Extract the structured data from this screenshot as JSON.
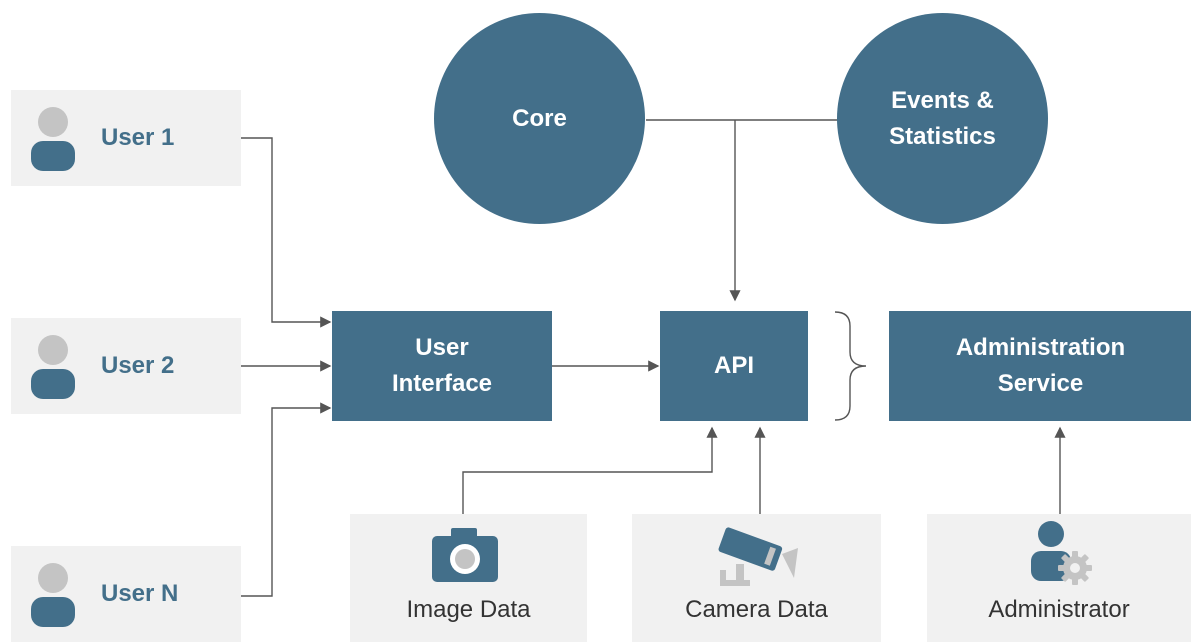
{
  "users": [
    {
      "label": "User 1"
    },
    {
      "label": "User 2"
    },
    {
      "label": "User N"
    }
  ],
  "core": {
    "label": "Core"
  },
  "events": {
    "label": "Events &\nStatistics"
  },
  "user_interface": {
    "label": "User\nInterface"
  },
  "api": {
    "label": "API"
  },
  "admin_service": {
    "label": "Administration\nService"
  },
  "sources": {
    "image_data": {
      "label": "Image Data",
      "icon": "camera-icon"
    },
    "camera_data": {
      "label": "Camera Data",
      "icon": "security-camera-icon"
    },
    "administrator": {
      "label": "Administrator",
      "icon": "admin-user-gear-icon"
    }
  },
  "colors": {
    "accent": "#436f8a",
    "panel": "#f1f1f1",
    "user_icon_gray": "#c4c4c4",
    "line": "#555555"
  }
}
